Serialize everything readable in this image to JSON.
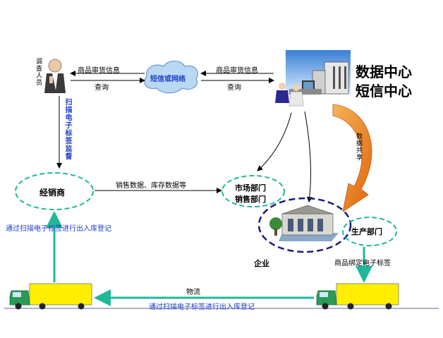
{
  "inspector": {
    "label": "调查人员",
    "scan_supervise": "扫描电子标签监督"
  },
  "top_flow": {
    "network_label": "短信或网络",
    "left_info": "商品审货信息",
    "left_query": "查询",
    "right_info": "商品审货信息",
    "right_query": "查询"
  },
  "center": {
    "line1": "数据中心",
    "line2": "短信中心",
    "sharing": "数据共享"
  },
  "dealer": {
    "label": "经销商",
    "flow_text": "销售数据、库存数据等",
    "register_text": "通过扫描电子标签进行出入库登记"
  },
  "market": {
    "line1": "市场部门",
    "line2": "销售部门"
  },
  "enterprise": {
    "label": "企业",
    "production": "生产部门",
    "bind_label": "商品绑定电子标签"
  },
  "logistics": {
    "label": "物流",
    "register_text": "通过扫描电子标签进行出入库登记"
  },
  "colors": {
    "teal": "#1fb89a",
    "blue_text": "#1f3fc4",
    "navy": "#1a1a7a",
    "orange": "#f07a10",
    "truck_cargo": "#ffee00",
    "truck_cab": "#2a9a55"
  }
}
